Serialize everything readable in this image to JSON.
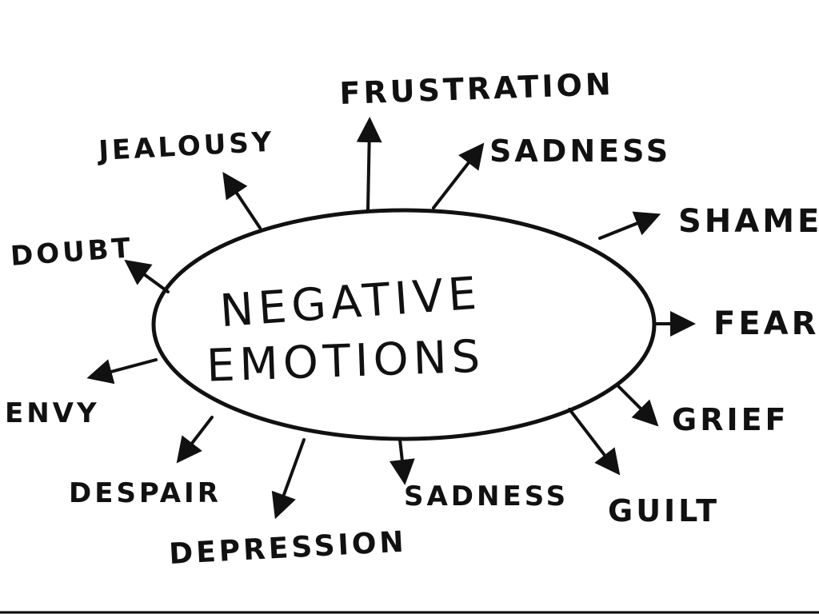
{
  "center_label": {
    "line1": "NEGATIVE",
    "line2": "EMOTIONS"
  },
  "emotions": [
    {
      "id": "frustration",
      "label": "FRUSTRATION"
    },
    {
      "id": "sadness-top",
      "label": "SADNESS"
    },
    {
      "id": "shame",
      "label": "SHAME"
    },
    {
      "id": "fear",
      "label": "FEAR"
    },
    {
      "id": "grief",
      "label": "GRIEF"
    },
    {
      "id": "guilt",
      "label": "GUILT"
    },
    {
      "id": "sadness-bottom",
      "label": "SADNESS"
    },
    {
      "id": "depression",
      "label": "DEPRESSION"
    },
    {
      "id": "despair",
      "label": "DESPAIR"
    },
    {
      "id": "envy",
      "label": "ENVY"
    },
    {
      "id": "doubt",
      "label": "DOUBT"
    },
    {
      "id": "jealousy",
      "label": "JEALOUSY"
    }
  ],
  "colors": {
    "ink": "#111111",
    "background": "#ffffff"
  }
}
